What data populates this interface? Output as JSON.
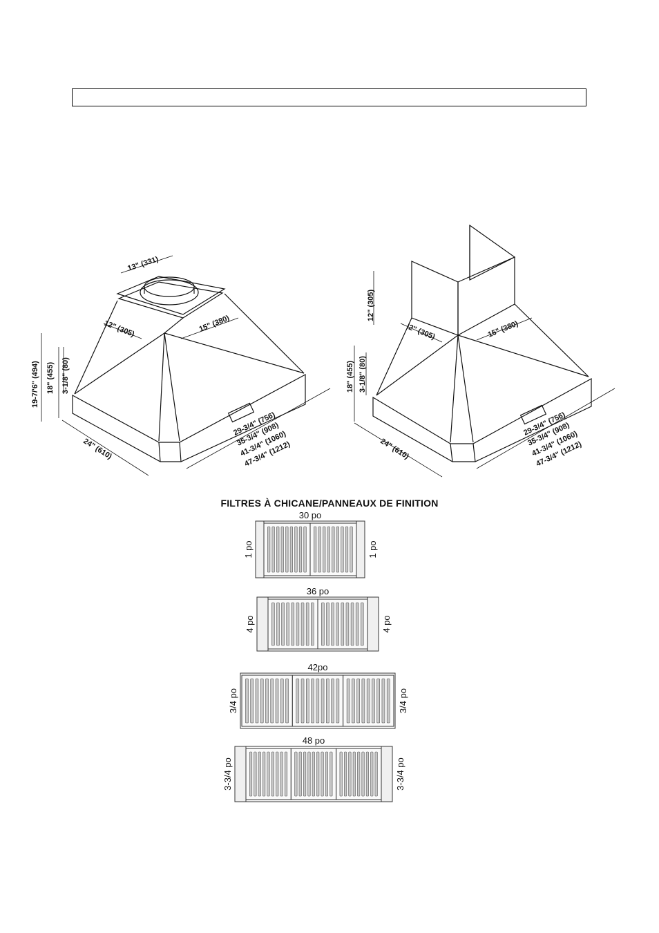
{
  "header_box_text": "",
  "hood_left": {
    "width_top": "13\" (331)",
    "depth_top_left": "12\" (305)",
    "depth_top_right": "15\" (380)",
    "height_total": "19-7/'6\" (494)",
    "height_body": "18\" (455)",
    "height_front": "3-1/8\" (80)",
    "depth_bottom": "24\" (610)",
    "widths": [
      "29-3/4\" (756)",
      "35-3/4\" (908)",
      "41-3/4\" (1060)",
      "47-3/4\" (1212)"
    ]
  },
  "hood_right": {
    "chimney_height": "12\" (305)",
    "depth_top_left": "l2\" (305)",
    "depth_top_right": "15\" (380)",
    "height_body": "18\" (455)",
    "height_front": "3-1/8\" (80)",
    "depth_bottom": "24\" (610)",
    "widths": [
      "29-3/4\" (756)",
      "35-3/4\" (908)",
      "41-3/4\" (1060)",
      "47-3/4\" (1212)"
    ]
  },
  "filters": {
    "title": "FILTRES À CHICANE/PANNEAUX DE FINITION",
    "panels": [
      {
        "size": "30 po",
        "side_left": "1 po",
        "side_right": "1 po"
      },
      {
        "size": "36 po",
        "side_left": "4 po",
        "side_right": "4 po"
      },
      {
        "size": "42po",
        "side_left": "3/4 po",
        "side_right": "3/4 po"
      },
      {
        "size": "48 po",
        "side_left": "3-3/4 po",
        "side_right": "3-3/4 po"
      }
    ]
  }
}
